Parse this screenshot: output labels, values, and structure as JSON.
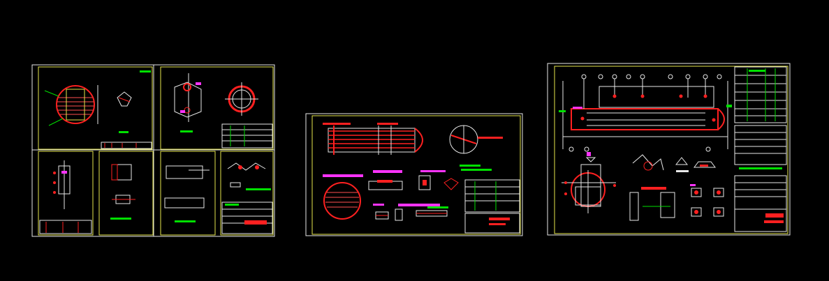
{
  "colors": {
    "background": "#000000",
    "sheet_border": "#e8e8e8",
    "frame_border": "#e6e64d",
    "linework": "#ff2020",
    "dimension": "#00e000",
    "annotation": "#ff33ff",
    "text_white": "#ffffff"
  },
  "sheets": [
    {
      "name": "sheet-left-multi-panel",
      "panels": 8
    },
    {
      "name": "sheet-center-bundle-layout",
      "panels": 1
    },
    {
      "name": "sheet-right-vessel-assembly",
      "panels": 1
    }
  ]
}
